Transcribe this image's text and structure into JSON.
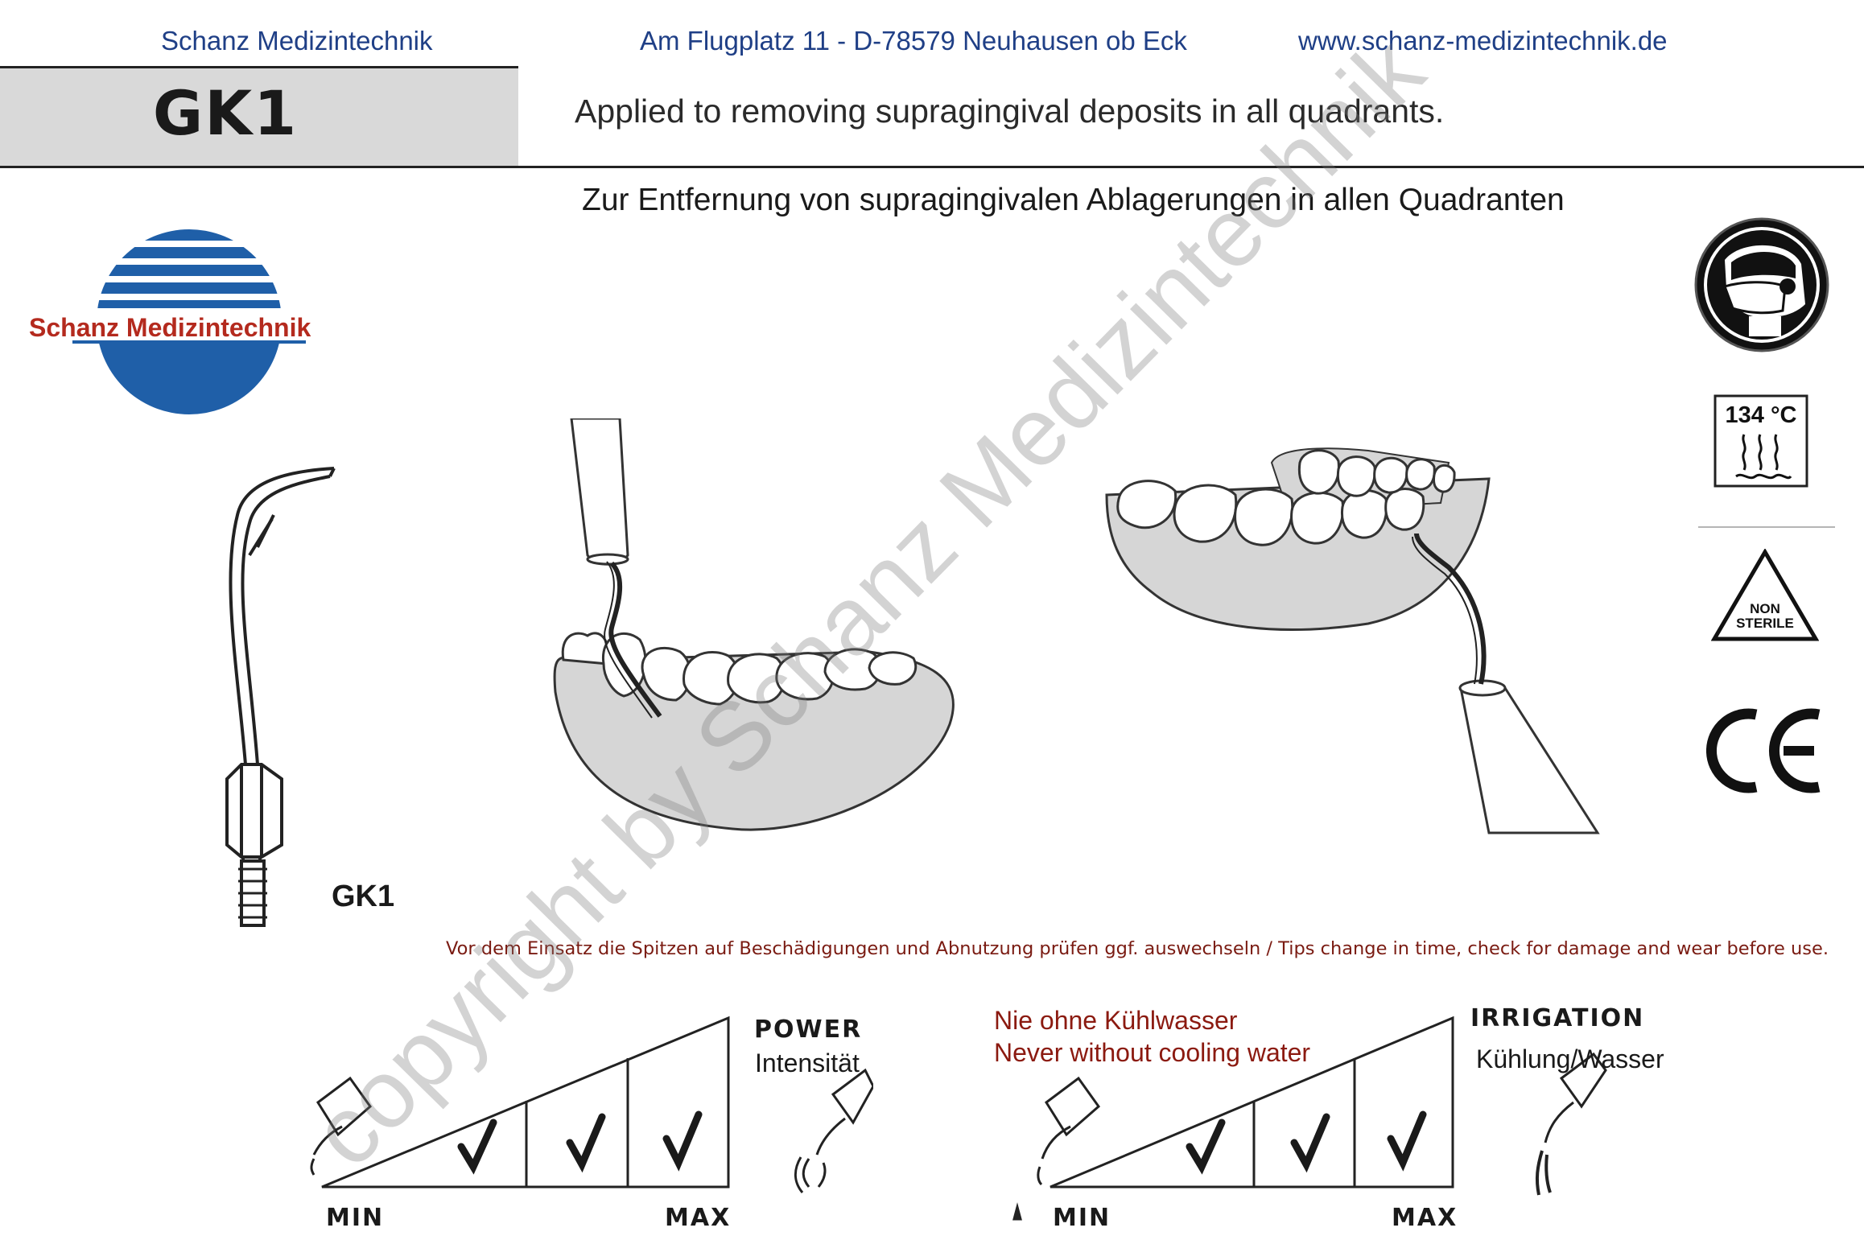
{
  "header": {
    "company": "Schanz Medizintechnik",
    "address": "Am Flugplatz 11 - D-78579 Neuhausen ob Eck",
    "website": "www.schanz-medizintechnik.de"
  },
  "product": {
    "code": "GK1",
    "tip_label": "GK1",
    "description_en": "Applied to removing supragingival deposits in all quadrants.",
    "description_de": "Zur Entfernung von supragingivalen Ablagerungen in allen Quadranten"
  },
  "logo": {
    "text": "Schanz Medizintechnik",
    "icon": "striped-globe-logo",
    "colors": {
      "blue": "#1f5fa8",
      "red": "#b42a1e"
    }
  },
  "symbols": {
    "protective": "face-mask-eye-protection-icon",
    "temperature": "134 °C",
    "sterile": "NON STERILE",
    "sterile_line1": "NON",
    "sterile_line2": "STERILE",
    "ce": "CE"
  },
  "warning": "Vor dem Einsatz die Spitzen auf  Beschädigungen und Abnutzung prüfen ggf. auswechseln / Tips change in time, check for damage and wear before use.",
  "power": {
    "title": "POWER",
    "subtitle": "Intensität",
    "min": "MIN",
    "max": "MAX",
    "checked_levels": [
      2,
      3,
      4
    ]
  },
  "irrigation": {
    "title": "IRRIGATION",
    "subtitle": "Kühlung/Wasser",
    "note_de": "Nie ohne Kühlwasser",
    "note_en": "Never without cooling water",
    "min": "MIN",
    "max": "MAX",
    "checked_levels": [
      2,
      3,
      4
    ]
  },
  "watermark": "copyright by Schanz Medizintechnik"
}
